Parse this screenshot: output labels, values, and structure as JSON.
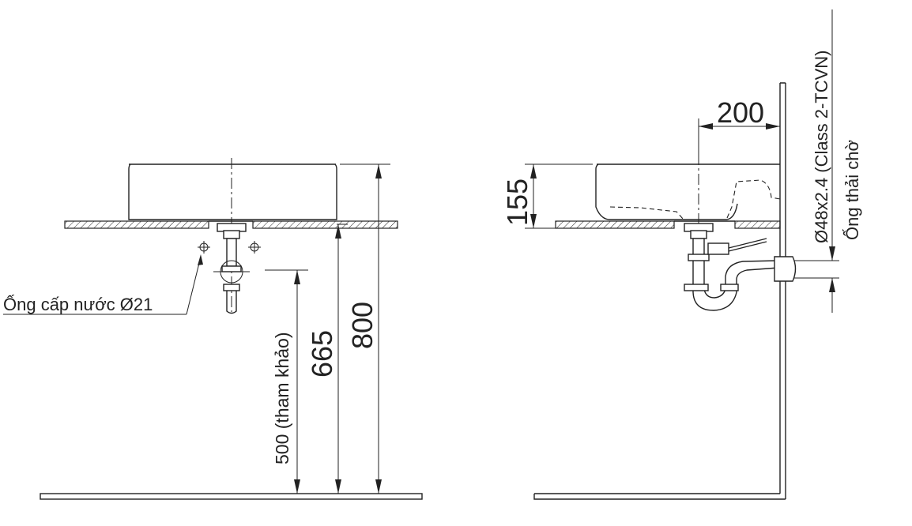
{
  "labels": {
    "supply_pipe": "Ống cấp nước Ø21",
    "dim_500": "500 (tham khảo)",
    "dim_665": "665",
    "dim_800": "800",
    "dim_200": "200",
    "dim_155": "155",
    "drain_spec": "Ø48x2.4 (Class 2-TCVN)",
    "drain_pipe": "Ống thải chờ"
  }
}
